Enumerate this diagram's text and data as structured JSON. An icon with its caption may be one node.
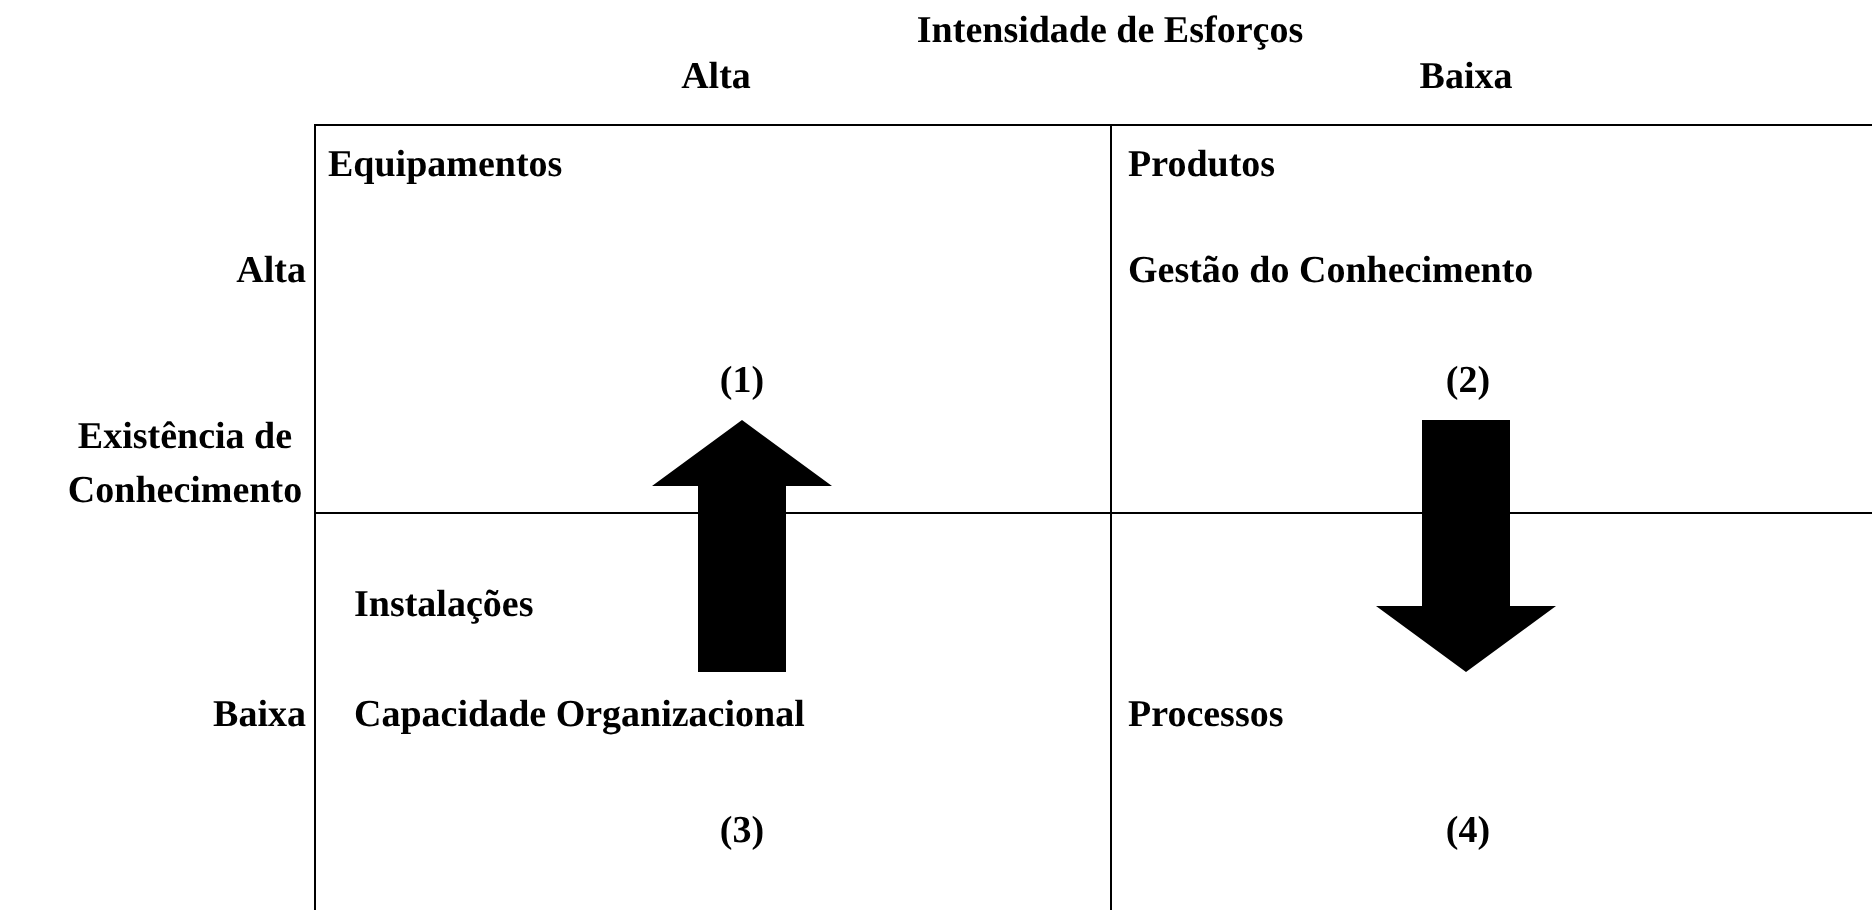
{
  "diagram": {
    "nodes": [
      {
        "text": [
          "Equipamentos",
          "(1)"
        ]
      },
      {
        "text": [
          "Produtos",
          "Gestão do Conhecimento",
          "(2)"
        ]
      },
      {
        "text": [
          "Instalações",
          "Capacidade Organizacional",
          "(3)"
        ]
      },
      {
        "text": [
          "Processos",
          "(4)"
        ]
      }
    ],
    "edges": [
      {
        "from": 2,
        "to": 0,
        "arrow": "to",
        "style": "thick"
      },
      {
        "from": 1,
        "to": 3,
        "arrow": "to",
        "style": "thick"
      }
    ],
    "labels": [
      "Intensidade de Esforços",
      "Alta",
      "Baixa",
      "Alta",
      "Existência de Conhecimento",
      "Baixa"
    ]
  }
}
